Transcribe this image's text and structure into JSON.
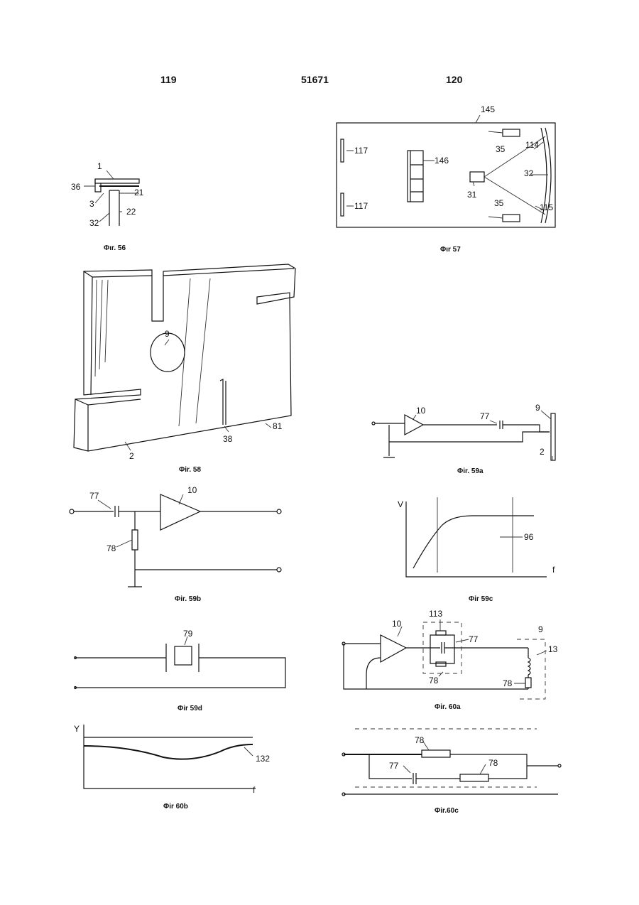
{
  "header": {
    "page_left": "119",
    "doc_number": "51671",
    "page_right": "120"
  },
  "figures": {
    "fig56": {
      "caption": "Φιr. 56",
      "labels": [
        "1",
        "36",
        "21",
        "3",
        "22",
        "32"
      ]
    },
    "fig57": {
      "caption": "Φιr 57",
      "labels": [
        "145",
        "117",
        "146",
        "35",
        "114",
        "32",
        "31",
        "117",
        "35",
        "115"
      ]
    },
    "fig58": {
      "caption": "Φir. 58",
      "labels": [
        "9",
        "38",
        "81",
        "2"
      ]
    },
    "fig59a": {
      "caption": "Φir. 59a",
      "labels": [
        "10",
        "77",
        "9",
        "2"
      ]
    },
    "fig59b": {
      "caption": "Φir. 59b",
      "labels": [
        "77",
        "10",
        "78"
      ]
    },
    "fig59c": {
      "caption": "Φir 59c",
      "axis_y": "V",
      "axis_x": "f",
      "labels": [
        "96"
      ]
    },
    "fig59d": {
      "caption": "Φir 59d",
      "labels": [
        "79"
      ]
    },
    "fig60a": {
      "caption": "Φir. 60a",
      "labels": [
        "10",
        "113",
        "77",
        "9",
        "13",
        "78",
        "78"
      ]
    },
    "fig60b": {
      "caption": "Φir 60b",
      "axis_y": "Y",
      "axis_x": "f",
      "labels": [
        "132"
      ]
    },
    "fig60c": {
      "caption": "Φir.60c",
      "labels": [
        "78",
        "77",
        "78"
      ]
    }
  }
}
